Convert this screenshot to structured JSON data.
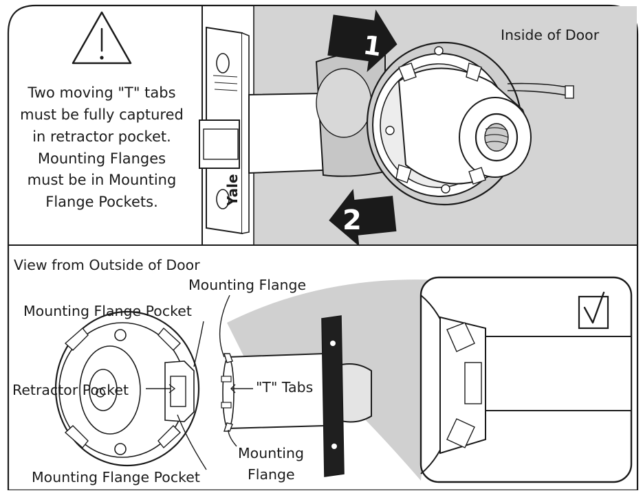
{
  "warning": {
    "icon": "warning-triangle-icon",
    "lines": [
      "Two moving \"T\" tabs",
      "must be fully captured",
      "in retractor pocket.",
      "Mounting Flanges",
      "must be in Mounting",
      "Flange Pockets."
    ]
  },
  "top_panel": {
    "title": "Inside of Door",
    "step_1": "1",
    "step_2": "2",
    "strike_plate_brand": "Yale"
  },
  "bottom_panel": {
    "title": "View from Outside of Door",
    "labels": {
      "mounting_flange_top": "Mounting Flange",
      "mounting_flange_pocket_top": "Mounting Flange Pocket",
      "retractor_pocket": "Retractor Pocket",
      "t_tabs": "\"T\" Tabs",
      "mounting_flange_bottom_1": "Mounting",
      "mounting_flange_bottom_2": "Flange",
      "mounting_flange_pocket_bottom": "Mounting Flange Pocket"
    },
    "check_icon": "checkmark-box-icon"
  },
  "colors": {
    "panel_gray": "#d4d4d4",
    "line": "#1a1a1a",
    "background": "#ffffff",
    "callout_gray": "#d0d0d0"
  }
}
